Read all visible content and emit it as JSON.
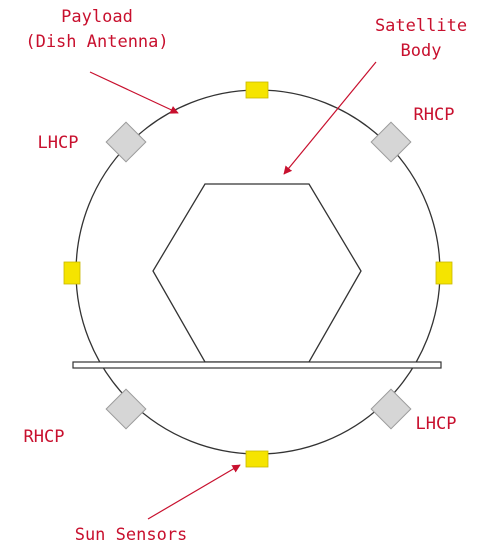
{
  "labels": {
    "payload_line1": "Payload",
    "payload_line2": "(Dish Antenna)",
    "satellite_line1": "Satellite",
    "satellite_line2": "Body",
    "lhcp_top": "LHCP",
    "rhcp_top": "RHCP",
    "rhcp_bottom": "RHCP",
    "lhcp_bottom": "LHCP",
    "sun_sensors": "Sun Sensors"
  },
  "colors": {
    "label_text": "#c8102e",
    "arrows": "#c8102e",
    "outline": "#333333",
    "sun_sensor_fill": "#f5e400",
    "antenna_fill": "#d6d6d6",
    "antenna_stroke": "#9a9a9a"
  }
}
